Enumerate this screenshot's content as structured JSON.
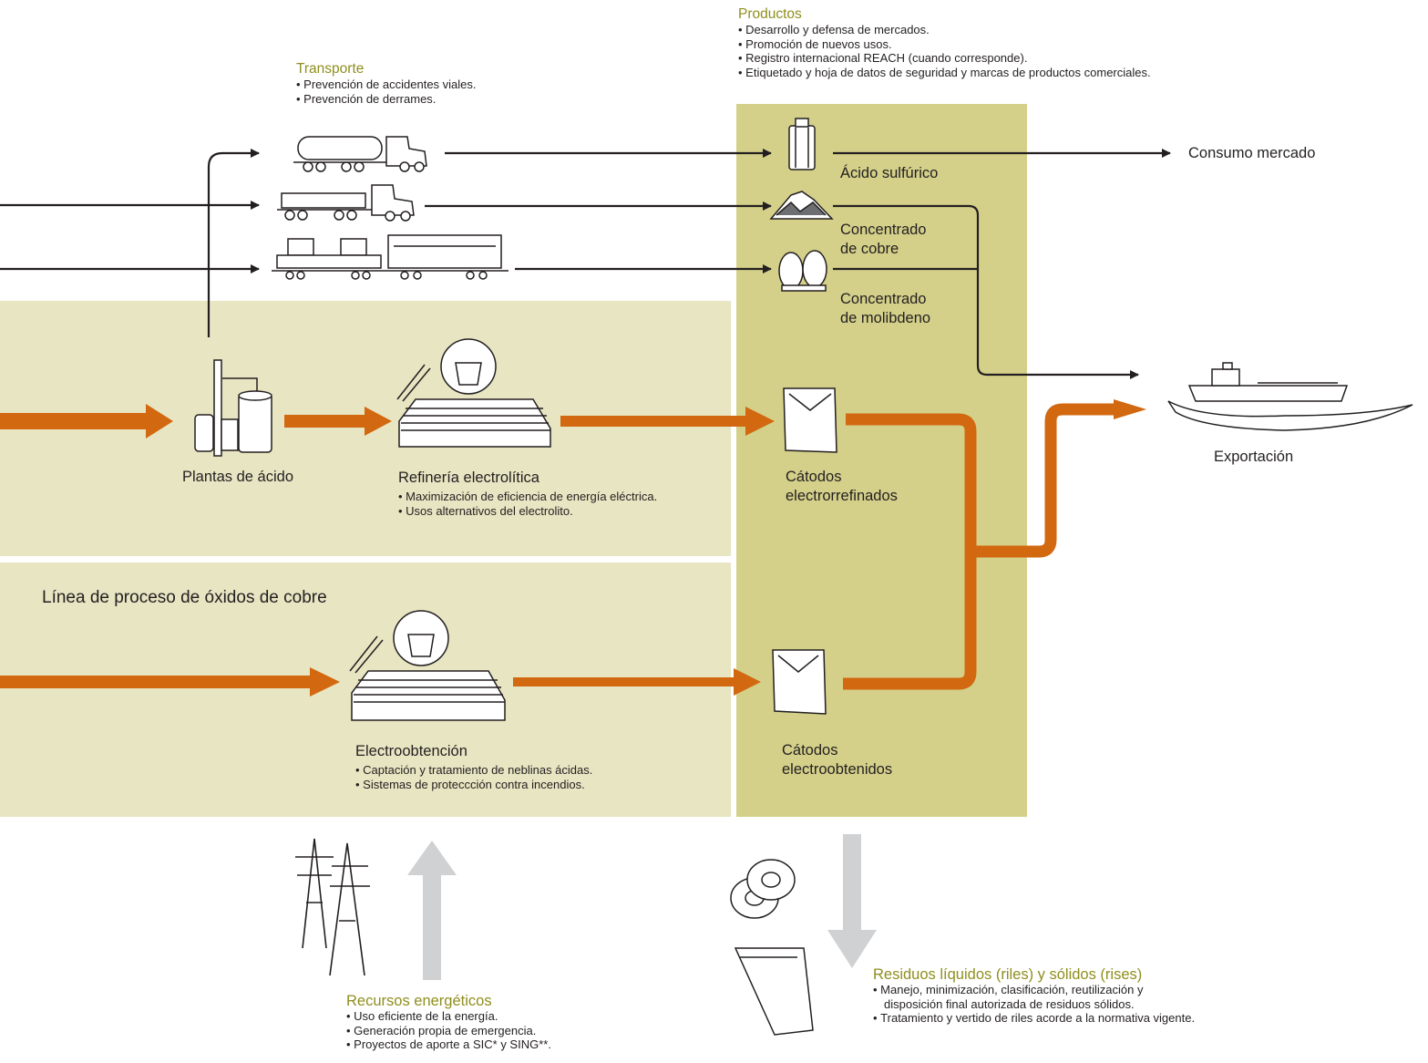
{
  "colors": {
    "panel": "#e7e5c2",
    "products_column": "#d4d08a",
    "arrow_orange": "#d2680f",
    "arrow_gray": "#d0d1d3",
    "heading_olive": "#8f8e1e"
  },
  "products": {
    "heading": "Productos",
    "bullets": [
      "Desarrollo y defensa de mercados.",
      "Promoción de nuevos usos.",
      "Registro internacional REACH (cuando corresponde).",
      "Etiquetado y hoja de datos de seguridad y marcas de productos comerciales."
    ]
  },
  "transport": {
    "heading": "Transporte",
    "bullets": [
      "Prevención de accidentes viales.",
      "Prevención de derrames."
    ]
  },
  "items": {
    "acido": "Ácido sulfúrico",
    "consumo": "Consumo mercado",
    "concentrado_cobre_1": "Concentrado",
    "concentrado_cobre_2": "de cobre",
    "concentrado_molib_1": "Concentrado",
    "concentrado_molib_2": "de molibdeno",
    "exportacion": "Exportación",
    "plantas": "Plantas de ácido",
    "catodos_er_1": "Cátodos",
    "catodos_er_2": "electrorrefinados",
    "catodos_eo_1": "Cátodos",
    "catodos_eo_2": "electroobtenidos"
  },
  "refineria": {
    "title": "Refinería electrolítica",
    "bullets": [
      "Maximización de eficiencia de energía eléctrica.",
      "Usos alternativos del electrolito."
    ]
  },
  "linea_oxidos": "Línea de proceso de óxidos de cobre",
  "electroobtencion": {
    "title": "Electroobtención",
    "bullets": [
      "Captación y tratamiento de neblinas ácidas.",
      "Sistemas de proteccción contra incendios."
    ]
  },
  "recursos": {
    "heading": "Recursos energéticos",
    "bullets": [
      "Uso eficiente de la energía.",
      "Generación propia de emergencia.",
      "Proyectos de aporte a SIC* y SING**."
    ]
  },
  "residuos": {
    "heading": "Residuos líquidos (riles) y sólidos (rises)",
    "bullets": [
      "Manejo, minimización, clasificación, reutilización y",
      "Tratamiento y vertido de riles acorde a la normativa vigente."
    ],
    "continuation": "disposición final autorizada de residuos sólidos."
  }
}
